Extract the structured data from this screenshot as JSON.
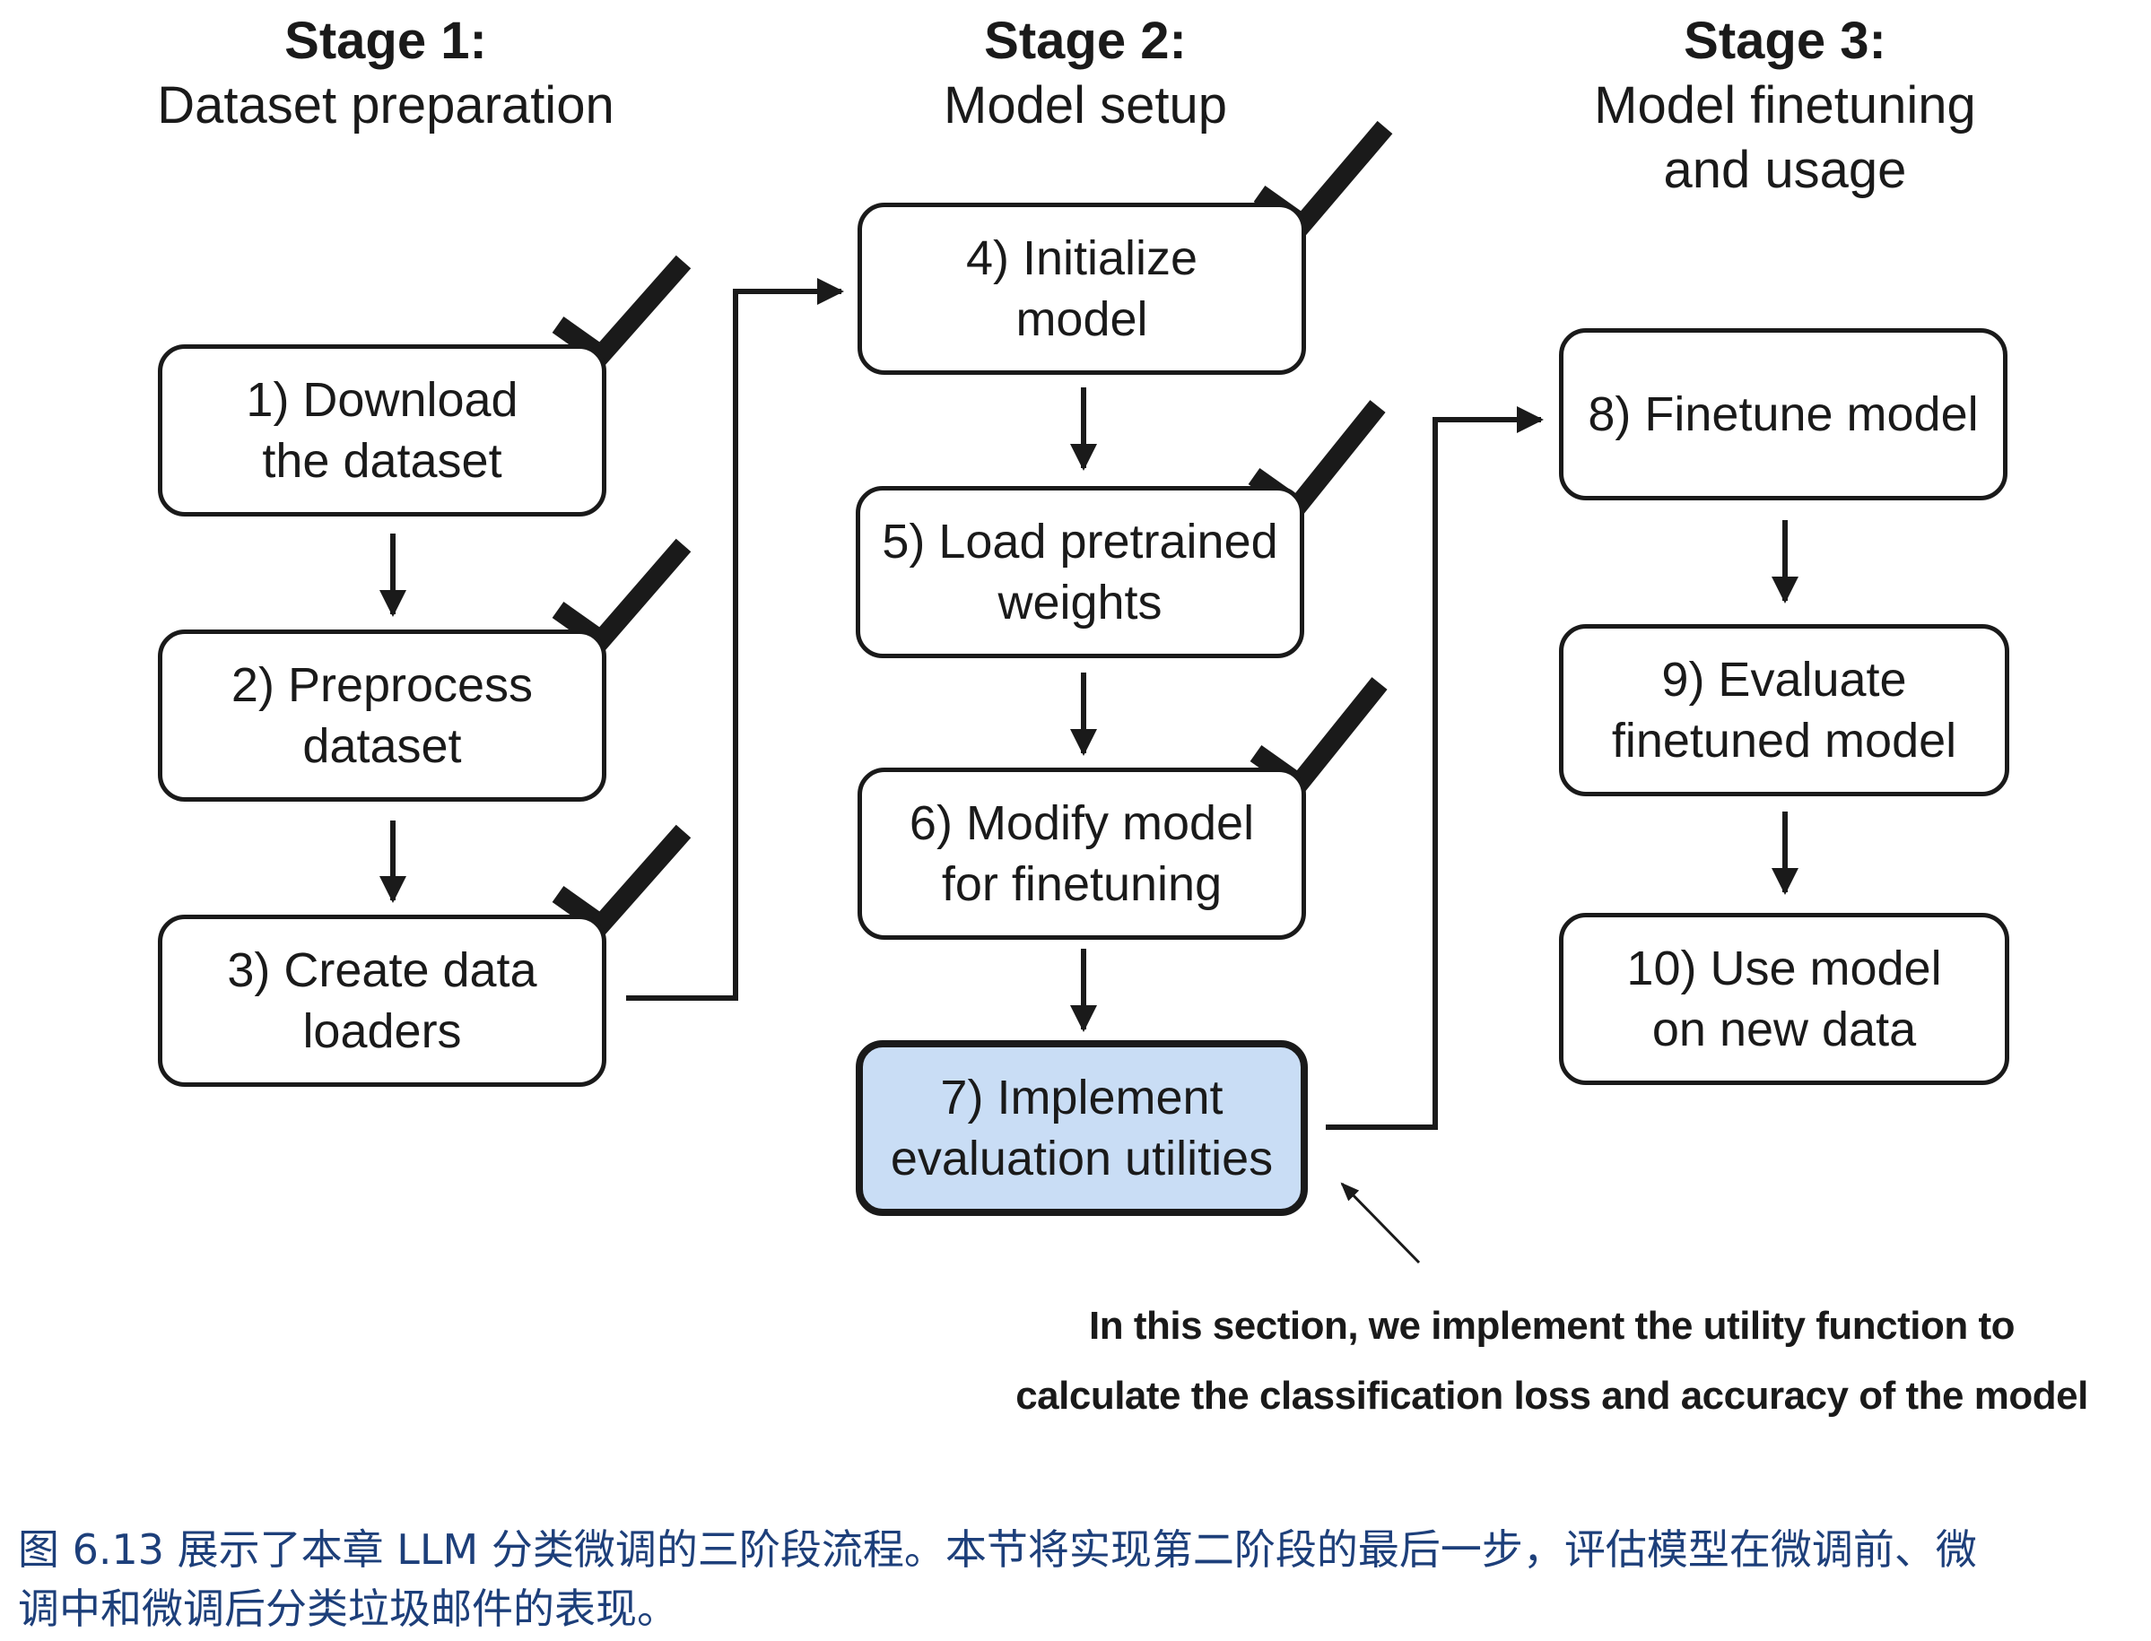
{
  "stages": [
    {
      "title": "Stage 1:",
      "subtitle": [
        "Dataset preparation"
      ]
    },
    {
      "title": "Stage 2:",
      "subtitle": [
        "Model setup"
      ]
    },
    {
      "title": "Stage 3:",
      "subtitle": [
        "Model finetuning",
        "and usage"
      ]
    }
  ],
  "steps": [
    {
      "lines": [
        "1) Download",
        "the dataset"
      ],
      "completed": true
    },
    {
      "lines": [
        "2) Preprocess",
        "dataset"
      ],
      "completed": true
    },
    {
      "lines": [
        "3) Create data",
        "loaders"
      ],
      "completed": true
    },
    {
      "lines": [
        "4) Initialize",
        "model"
      ],
      "completed": true
    },
    {
      "lines": [
        "5) Load pretrained",
        "weights"
      ],
      "completed": true
    },
    {
      "lines": [
        "6) Modify model",
        "for finetuning"
      ],
      "completed": true
    },
    {
      "lines": [
        "7) Implement",
        "evaluation utilities"
      ],
      "completed": false,
      "highlight": true
    },
    {
      "lines": [
        "8) Finetune model"
      ],
      "completed": false
    },
    {
      "lines": [
        "9) Evaluate",
        "finetuned model"
      ],
      "completed": false
    },
    {
      "lines": [
        "10) Use model",
        "on new data"
      ],
      "completed": false
    }
  ],
  "annotation": {
    "lines": [
      "In this section, we implement the utility function to",
      "calculate the classification loss and accuracy of the model"
    ]
  },
  "caption": {
    "lines": [
      "图 6.13 展示了本章 LLM 分类微调的三阶段流程。本节将实现第二阶段的最后一步，评估模型在微调前、微",
      "调中和微调后分类垃圾邮件的表现。"
    ]
  },
  "colors": {
    "highlight_fill": "#c9ddf5",
    "caption_text": "#1d3f7a",
    "stroke": "#1a1a1a"
  }
}
